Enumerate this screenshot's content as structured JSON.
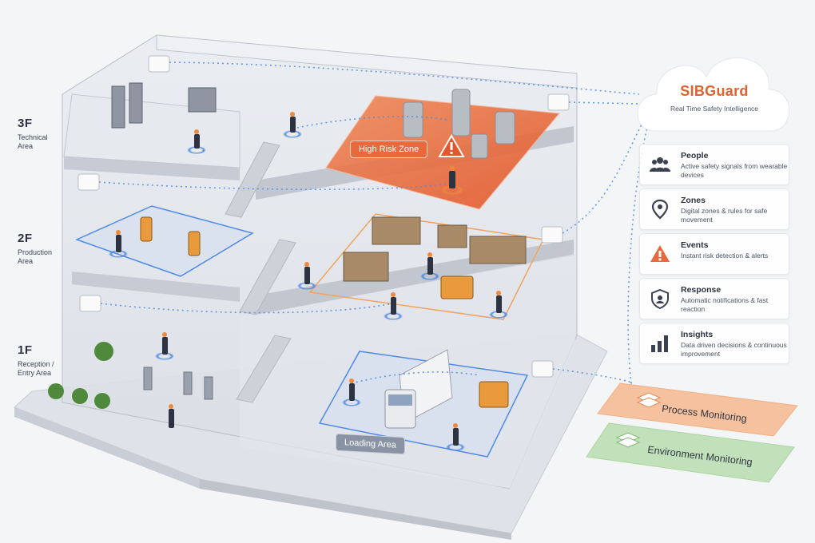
{
  "floors": [
    {
      "level": "3F",
      "name": "Technical Area"
    },
    {
      "level": "2F",
      "name": "Production Area"
    },
    {
      "level": "1F",
      "name": "Reception / Entry Area"
    }
  ],
  "zones": {
    "high_risk": "High Risk Zone",
    "loading": "Loading Area"
  },
  "brand": {
    "name": "SIBGuard",
    "tagline": "Real Time Safety Intelligence"
  },
  "features": [
    {
      "title": "People",
      "desc": "Active safety signals from wearable devices",
      "icon": "people-icon"
    },
    {
      "title": "Zones",
      "desc": "Digital zones & rules for safe movement",
      "icon": "location-pin-icon"
    },
    {
      "title": "Events",
      "desc": "Instant risk detection & alerts",
      "icon": "warning-icon"
    },
    {
      "title": "Response",
      "desc": "Automatic notifications & fast reaction",
      "icon": "shield-icon"
    },
    {
      "title": "Insights",
      "desc": "Data driven decisions & continuous improvement",
      "icon": "bar-chart-icon"
    }
  ],
  "monitoring": [
    {
      "label": "Process Monitoring",
      "color": "#f6b98f"
    },
    {
      "label": "Environment Monitoring",
      "color": "#b9deb0"
    }
  ],
  "colors": {
    "accent": "#e0622e",
    "risk": "#e86a3c",
    "signal": "#3f7fe0"
  }
}
